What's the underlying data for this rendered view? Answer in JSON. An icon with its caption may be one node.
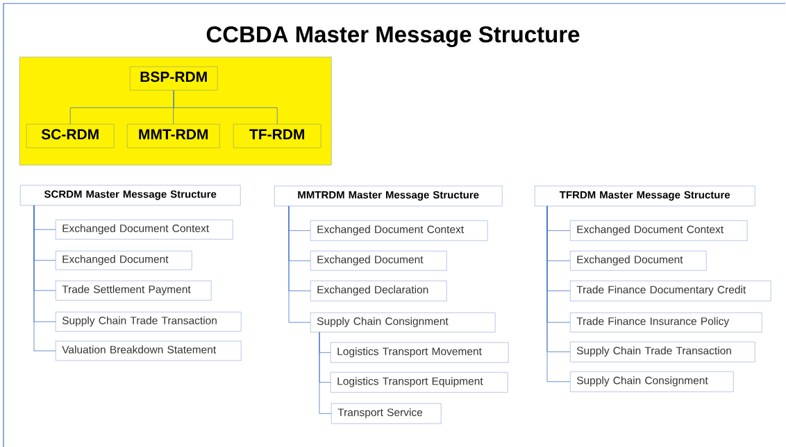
{
  "diagram": {
    "title": "CCBDA Master Message Structure",
    "nodes": [
      {
        "text": [],
        "shape": "box"
      },
      {
        "text": [
          "BSP-RDM"
        ],
        "in": 0
      },
      {
        "text": [
          "SC-RDM"
        ],
        "in": 0
      },
      {
        "text": [
          "MMT-RDM"
        ],
        "in": 0
      },
      {
        "text": [
          "TF-RDM"
        ],
        "in": 0
      },
      {
        "text": [
          "SCRDM Master Message Structure"
        ]
      },
      {
        "text": [
          "Exchanged Document Context"
        ]
      },
      {
        "text": [
          "Exchanged Document"
        ]
      },
      {
        "text": [
          "Trade Settlement Payment"
        ]
      },
      {
        "text": [
          "Supply Chain Trade Transaction"
        ]
      },
      {
        "text": [
          "Valuation Breakdown Statement"
        ]
      },
      {
        "text": [
          "MMTRDM Master Message Structure"
        ]
      },
      {
        "text": [
          "Exchanged Document Context"
        ]
      },
      {
        "text": [
          "Exchanged Document"
        ]
      },
      {
        "text": [
          "Exchanged Declaration"
        ]
      },
      {
        "text": [
          "Supply Chain Consignment"
        ]
      },
      {
        "text": [
          "Logistics Transport Movement"
        ]
      },
      {
        "text": [
          "Logistics Transport Equipment"
        ]
      },
      {
        "text": [
          "Transport Service"
        ]
      },
      {
        "text": [
          "TFRDM Master Message Structure"
        ]
      },
      {
        "text": [
          "Exchanged Document Context"
        ]
      },
      {
        "text": [
          "Exchanged Document"
        ]
      },
      {
        "text": [
          "Trade Finance Documentary Credit"
        ]
      },
      {
        "text": [
          "Trade Finance Insurance Policy"
        ]
      },
      {
        "text": [
          "Supply Chain Trade Transaction"
        ]
      },
      {
        "text": [
          "Supply Chain Consignment"
        ]
      }
    ],
    "edges": [
      {
        "from": 1,
        "to": 2,
        "arrow": "none"
      },
      {
        "from": 1,
        "to": 3,
        "arrow": "none"
      },
      {
        "from": 1,
        "to": 4,
        "arrow": "none"
      },
      {
        "from": 5,
        "to": 6,
        "arrow": "none"
      },
      {
        "from": 5,
        "to": 7,
        "arrow": "none"
      },
      {
        "from": 5,
        "to": 8,
        "arrow": "none"
      },
      {
        "from": 5,
        "to": 9,
        "arrow": "none"
      },
      {
        "from": 5,
        "to": 10,
        "arrow": "none"
      },
      {
        "from": 11,
        "to": 12,
        "arrow": "none"
      },
      {
        "from": 11,
        "to": 13,
        "arrow": "none"
      },
      {
        "from": 11,
        "to": 14,
        "arrow": "none"
      },
      {
        "from": 11,
        "to": 15,
        "arrow": "none"
      },
      {
        "from": 15,
        "to": 16,
        "arrow": "none"
      },
      {
        "from": 15,
        "to": 17,
        "arrow": "none"
      },
      {
        "from": 15,
        "to": 18,
        "arrow": "none"
      },
      {
        "from": 19,
        "to": 20,
        "arrow": "none"
      },
      {
        "from": 19,
        "to": 21,
        "arrow": "none"
      },
      {
        "from": 19,
        "to": 22,
        "arrow": "none"
      },
      {
        "from": 19,
        "to": 23,
        "arrow": "none"
      },
      {
        "from": 19,
        "to": 24,
        "arrow": "none"
      },
      {
        "from": 19,
        "to": 25,
        "arrow": "none"
      }
    ]
  }
}
